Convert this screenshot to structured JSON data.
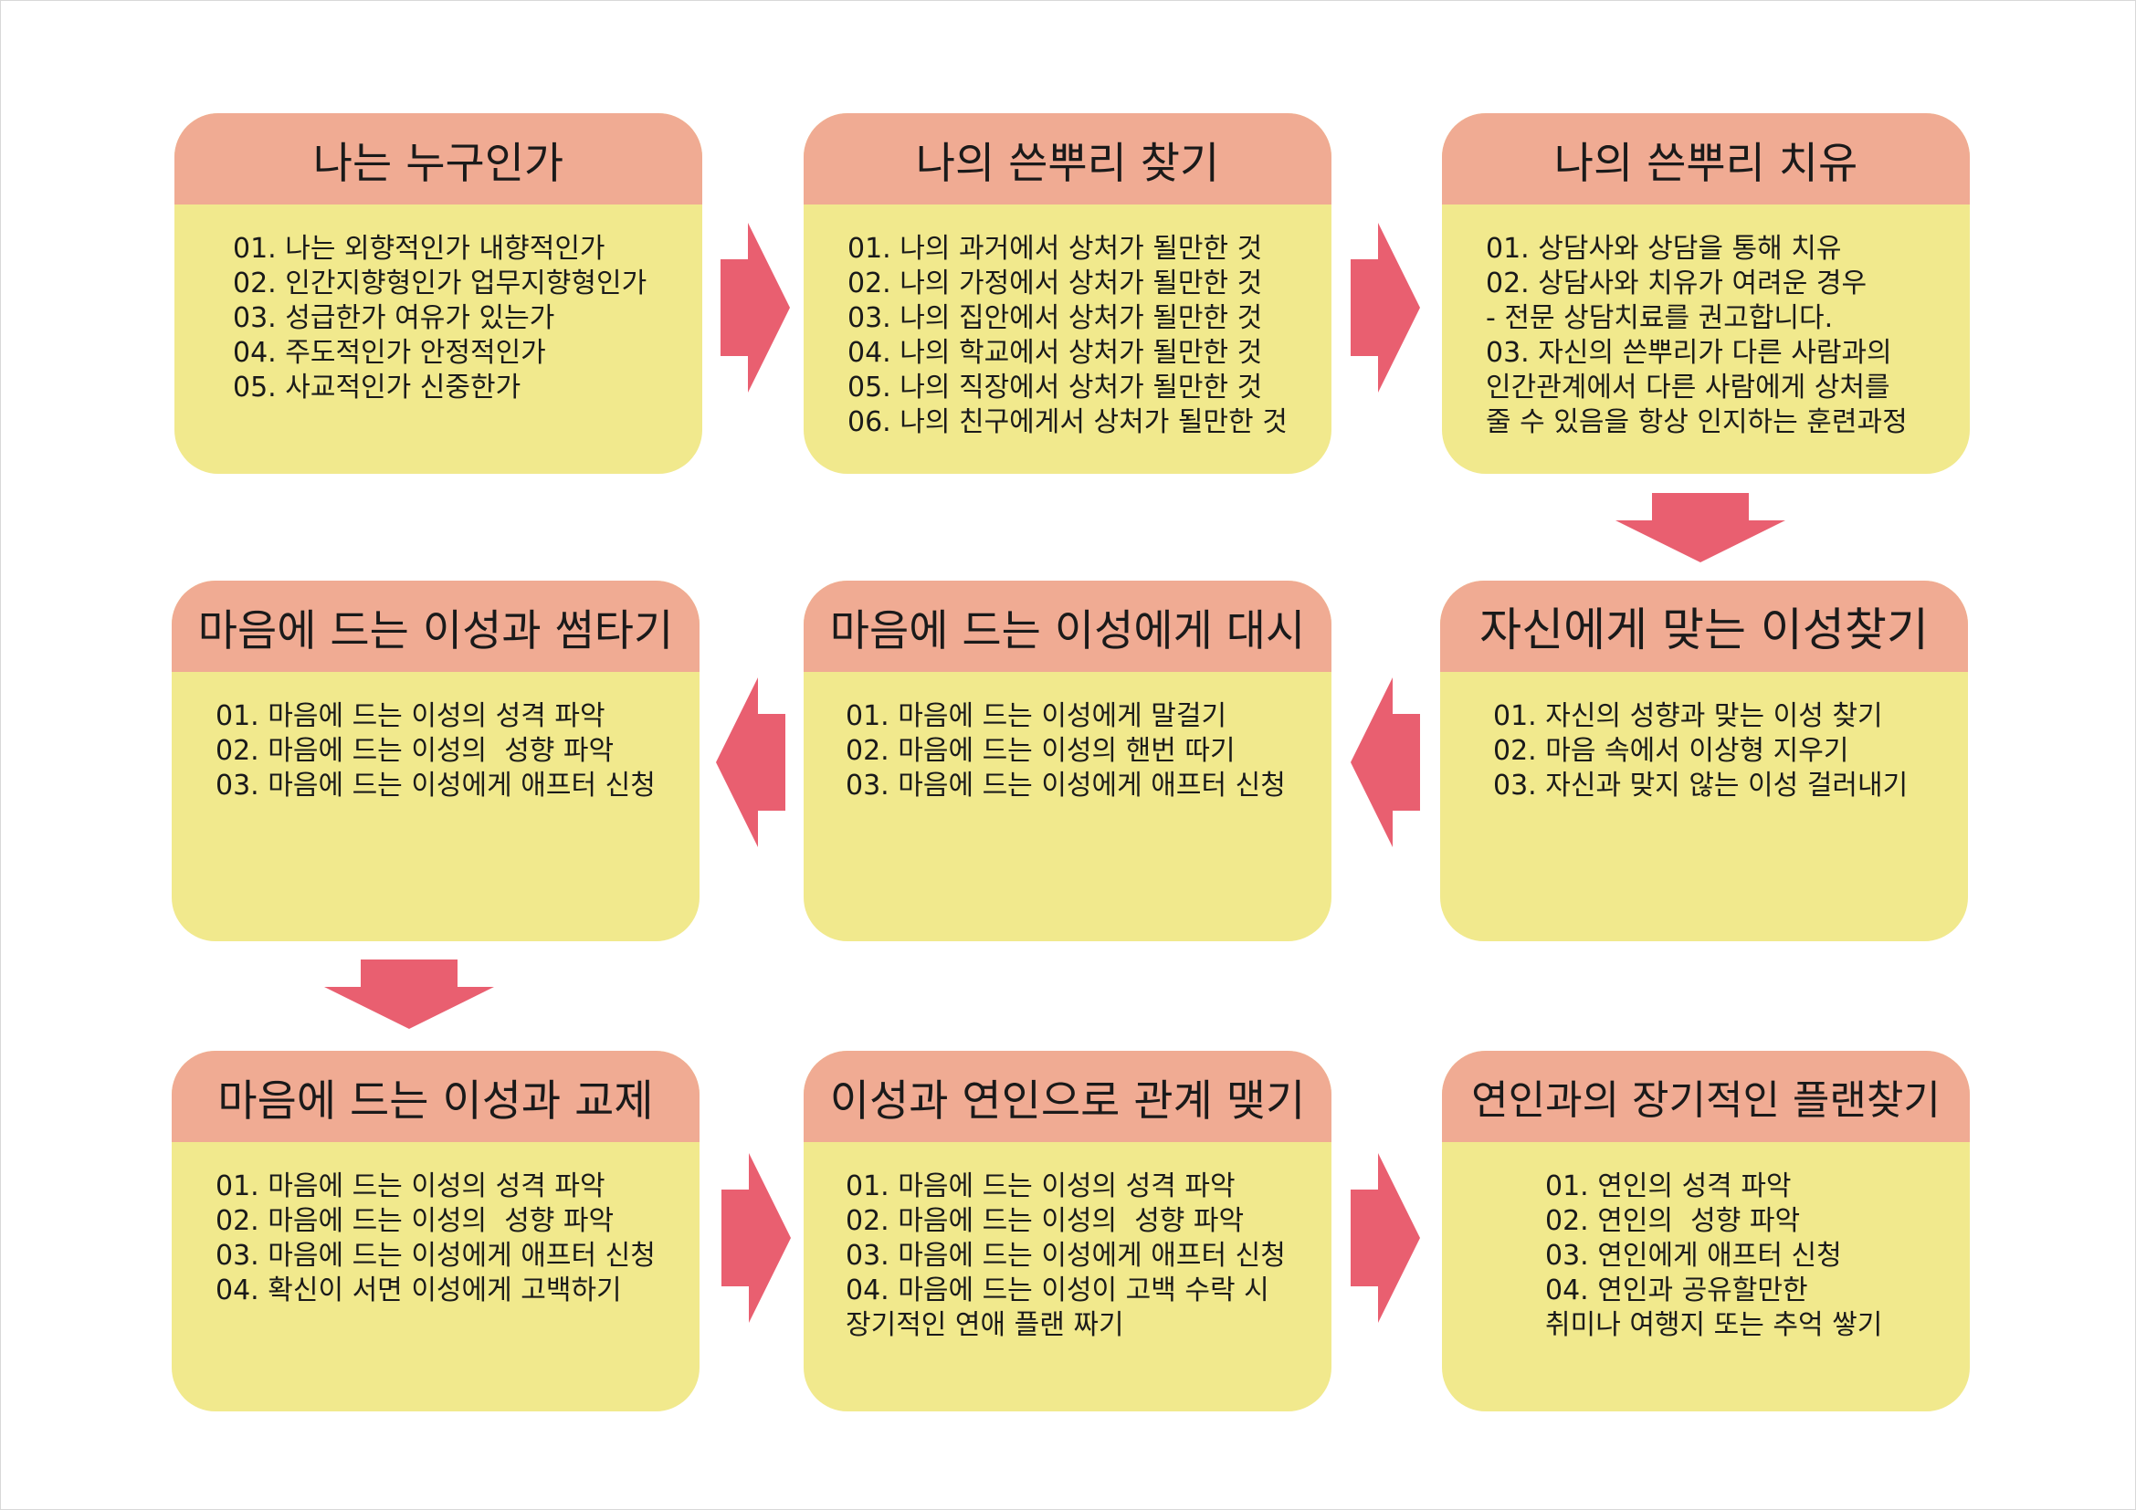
{
  "colors": {
    "header": "#f0ab93",
    "body": "#f1e98d",
    "arrow": "#e95f70"
  },
  "cards": [
    {
      "title": "나는 누구인가",
      "lines": [
        "01. 나는 외향적인가 내향적인가",
        "02. 인간지향형인가 업무지향형인가",
        "03. 성급한가 여유가 있는가",
        "04. 주도적인가 안정적인가",
        "05. 사교적인가 신중한가"
      ]
    },
    {
      "title": "나의 쓴뿌리 찾기",
      "lines": [
        "01. 나의 과거에서 상처가 될만한 것",
        "02. 나의 가정에서 상처가 될만한 것",
        "03. 나의 집안에서 상처가 될만한 것",
        "04. 나의 학교에서 상처가 될만한 것",
        "05. 나의 직장에서 상처가 될만한 것",
        "06. 나의 친구에게서 상처가 될만한 것"
      ]
    },
    {
      "title": "나의 쓴뿌리 치유",
      "lines": [
        "01. 상담사와 상담을 통해 치유",
        "02. 상담사와 치유가 여려운 경우",
        "- 전문 상담치료를 권고합니다.",
        "03. 자신의 쓴뿌리가 다른 사람과의",
        "인간관계에서 다른 사람에게 상처를",
        "줄 수 있음을 항상 인지하는 훈련과정"
      ]
    },
    {
      "title": "마음에 드는 이성과 썸타기",
      "lines": [
        "01. 마음에 드는 이성의 성격 파악",
        "02. 마음에 드는 이성의  성향 파악",
        "03. 마음에 드는 이성에게 애프터 신청"
      ]
    },
    {
      "title": "마음에 드는 이성에게 대시",
      "lines": [
        "01. 마음에 드는 이성에게 말걸기",
        "02. 마음에 드는 이성의 핸번 따기",
        "03. 마음에 드는 이성에게 애프터 신청"
      ]
    },
    {
      "title": "자신에게 맞는 이성찾기",
      "lines": [
        "01. 자신의 성향과 맞는 이성 찾기",
        "02. 마음 속에서 이상형 지우기",
        "03. 자신과 맞지 않는 이성 걸러내기"
      ]
    },
    {
      "title": "마음에 드는 이성과 교제",
      "lines": [
        "01. 마음에 드는 이성의 성격 파악",
        "02. 마음에 드는 이성의  성향 파악",
        "03. 마음에 드는 이성에게 애프터 신청",
        "04. 확신이 서면 이성에게 고백하기"
      ]
    },
    {
      "title": "이성과 연인으로 관계 맺기",
      "lines": [
        "01. 마음에 드는 이성의 성격 파악",
        "02. 마음에 드는 이성의  성향 파악",
        "03. 마음에 드는 이성에게 애프터 신청",
        "04. 마음에 드는 이성이 고백 수락 시",
        "장기적인 연애 플랜 짜기"
      ]
    },
    {
      "title": "연인과의 장기적인 플랜찾기",
      "lines": [
        "01. 연인의 성격 파악",
        "02. 연인의  성향 파악",
        "03. 연인에게 애프터 신청",
        "04. 연인과 공유할만한",
        "취미나 여행지 또는 추억 쌓기"
      ]
    }
  ]
}
